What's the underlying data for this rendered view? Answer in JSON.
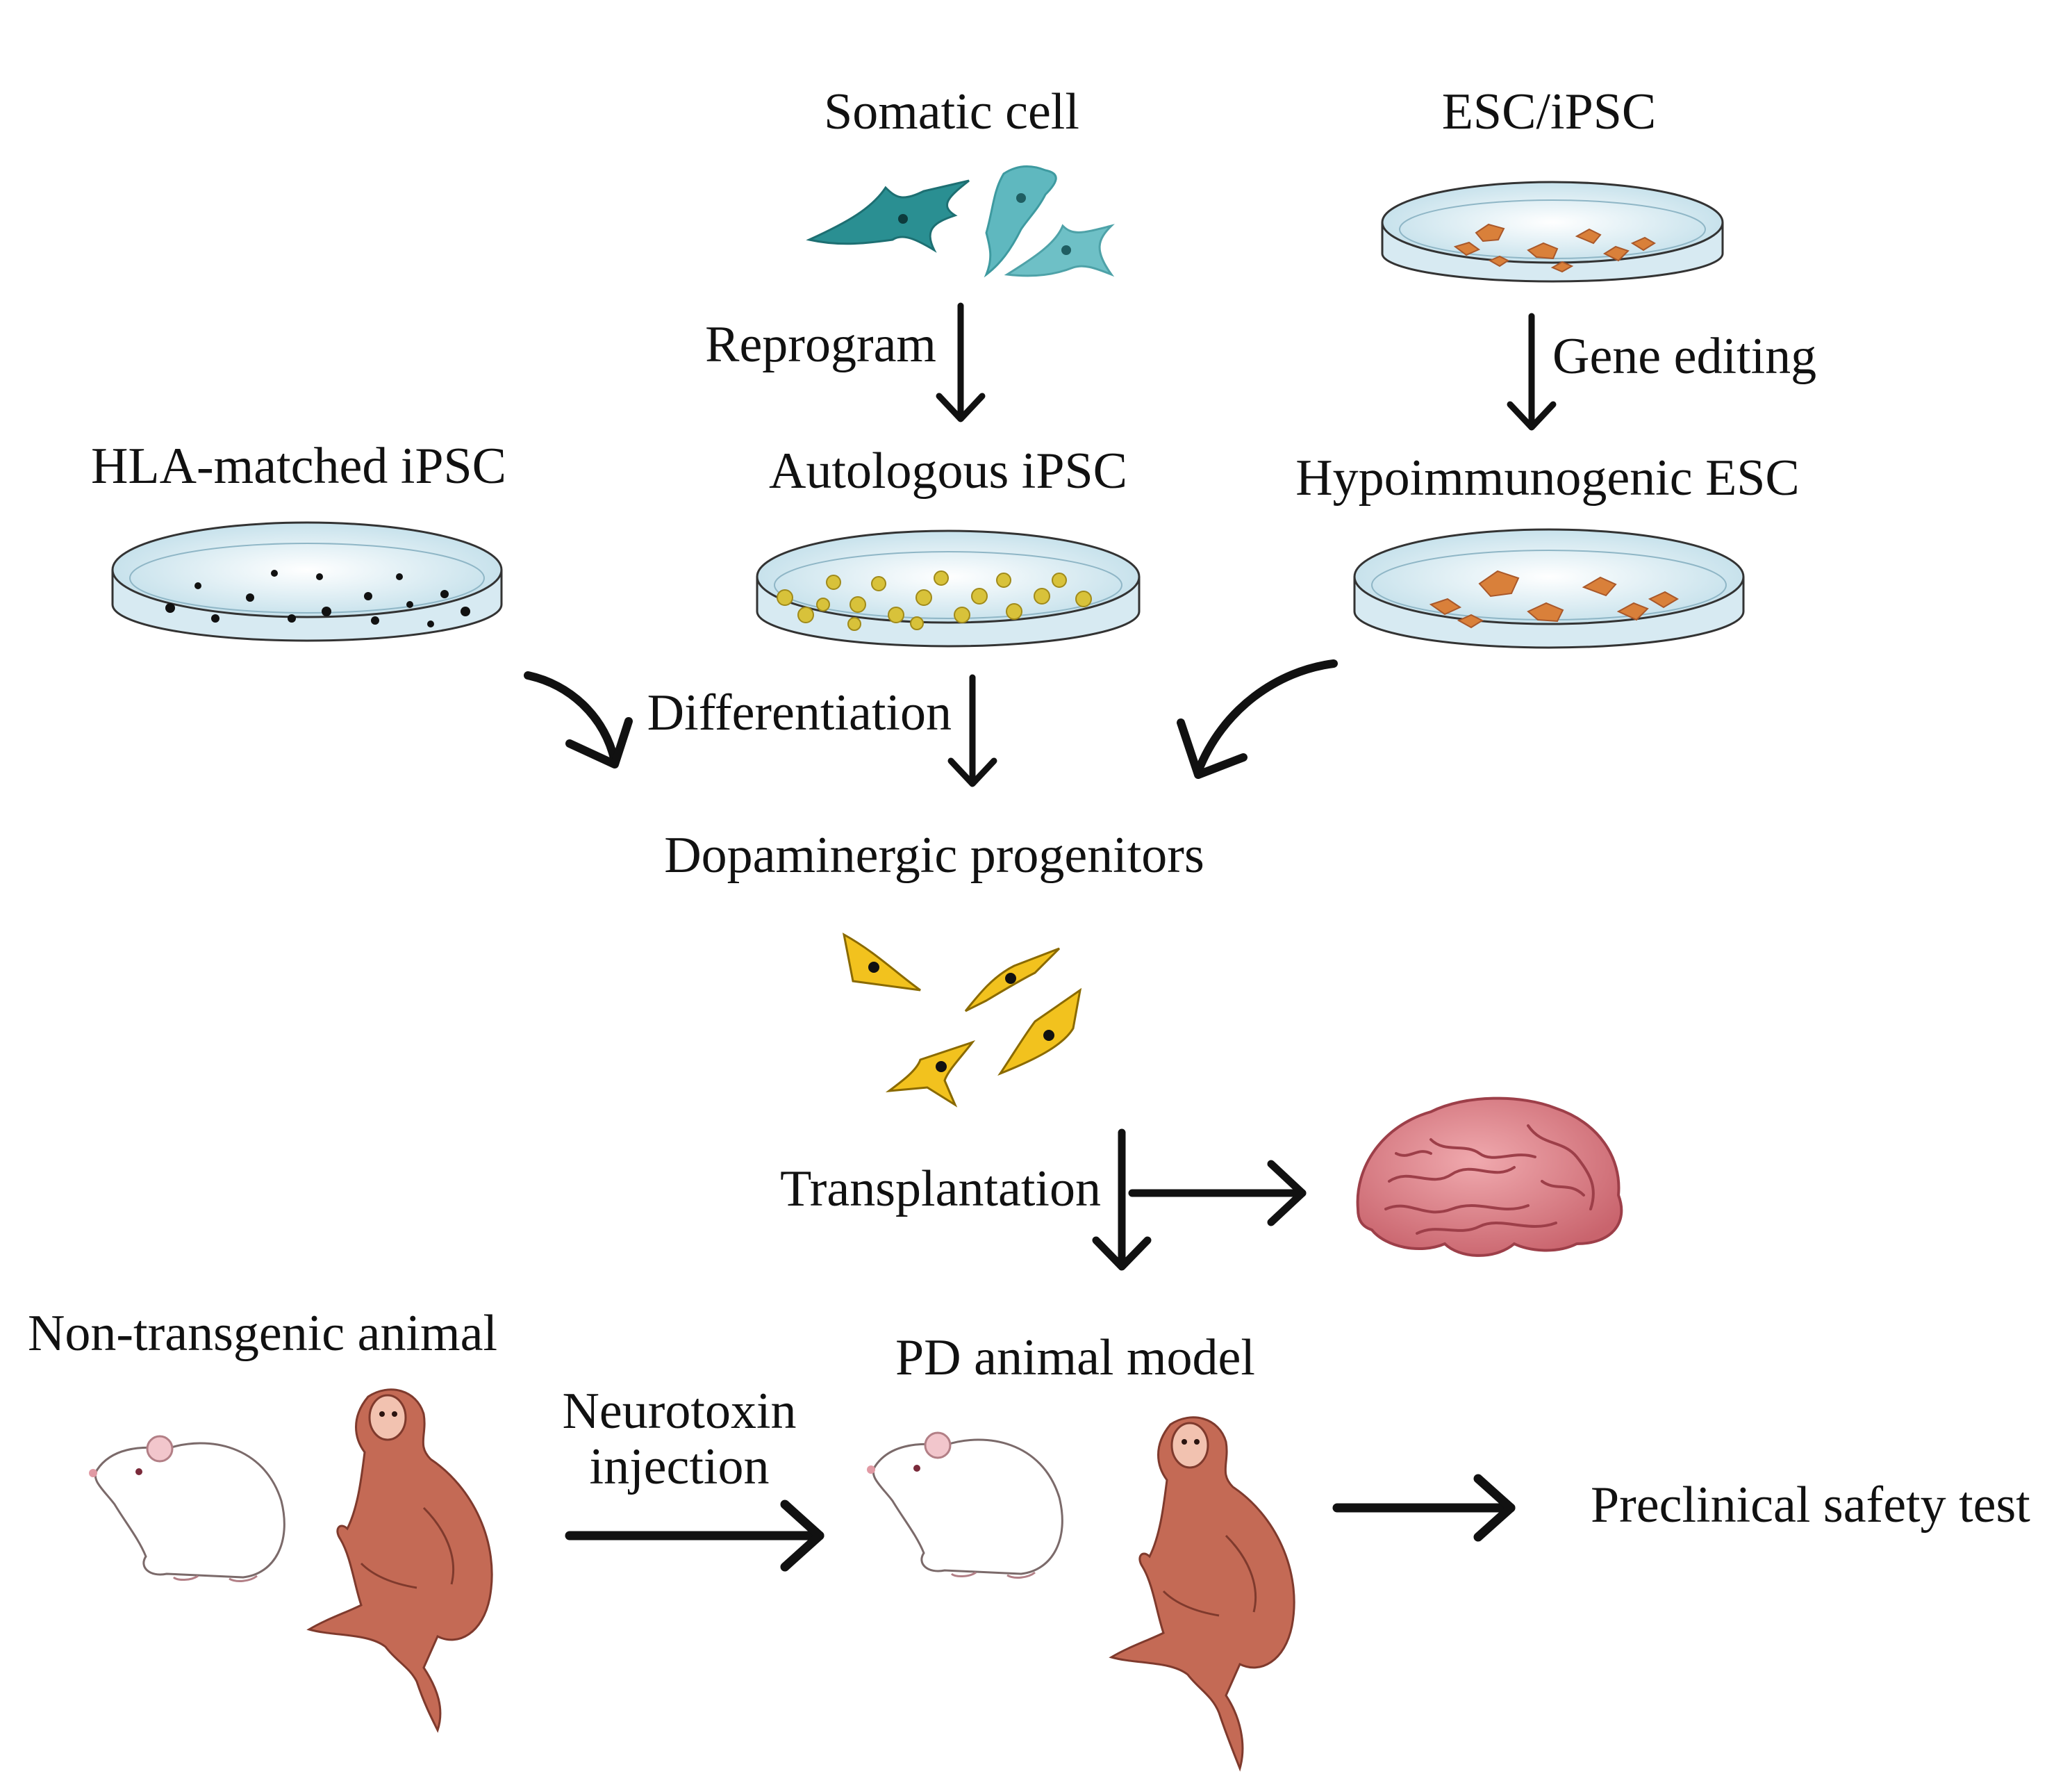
{
  "labels": {
    "somatic_cell": "Somatic cell",
    "esc_ipsc": "ESC/iPSC",
    "reprogram": "Reprogram",
    "gene_editing": "Gene editing",
    "hla_matched_ipsc": "HLA-matched iPSC",
    "autologous_ipsc": "Autologous iPSC",
    "hypoimmunogenic_esc": "Hypoimmunogenic ESC",
    "differentiation": "Differentiation",
    "dopaminergic_progenitors": "Dopaminergic progenitors",
    "transplantation": "Transplantation",
    "non_transgenic_animal": "Non-transgenic animal",
    "neurotoxin_line1": "Neurotoxin",
    "neurotoxin_line2": "injection",
    "pd_animal_model": "PD animal model",
    "preclinical_safety_test": "Preclinical safety test"
  },
  "colors": {
    "somatic_cell": "#2a8f92",
    "esc_colony": "#d9803a",
    "ipsc_colony": "#d8c23a",
    "hla_dot": "#111111",
    "progenitor": "#f2c21e",
    "brain": "#d97f86",
    "dish_fill": "#cfe6f0",
    "monkey_fur": "#c46a55",
    "rat_body": "#ffffff"
  },
  "icons": [
    "cell-icon",
    "petri-dish-icon",
    "brain-icon",
    "rat-icon",
    "monkey-icon",
    "arrow-icon"
  ]
}
